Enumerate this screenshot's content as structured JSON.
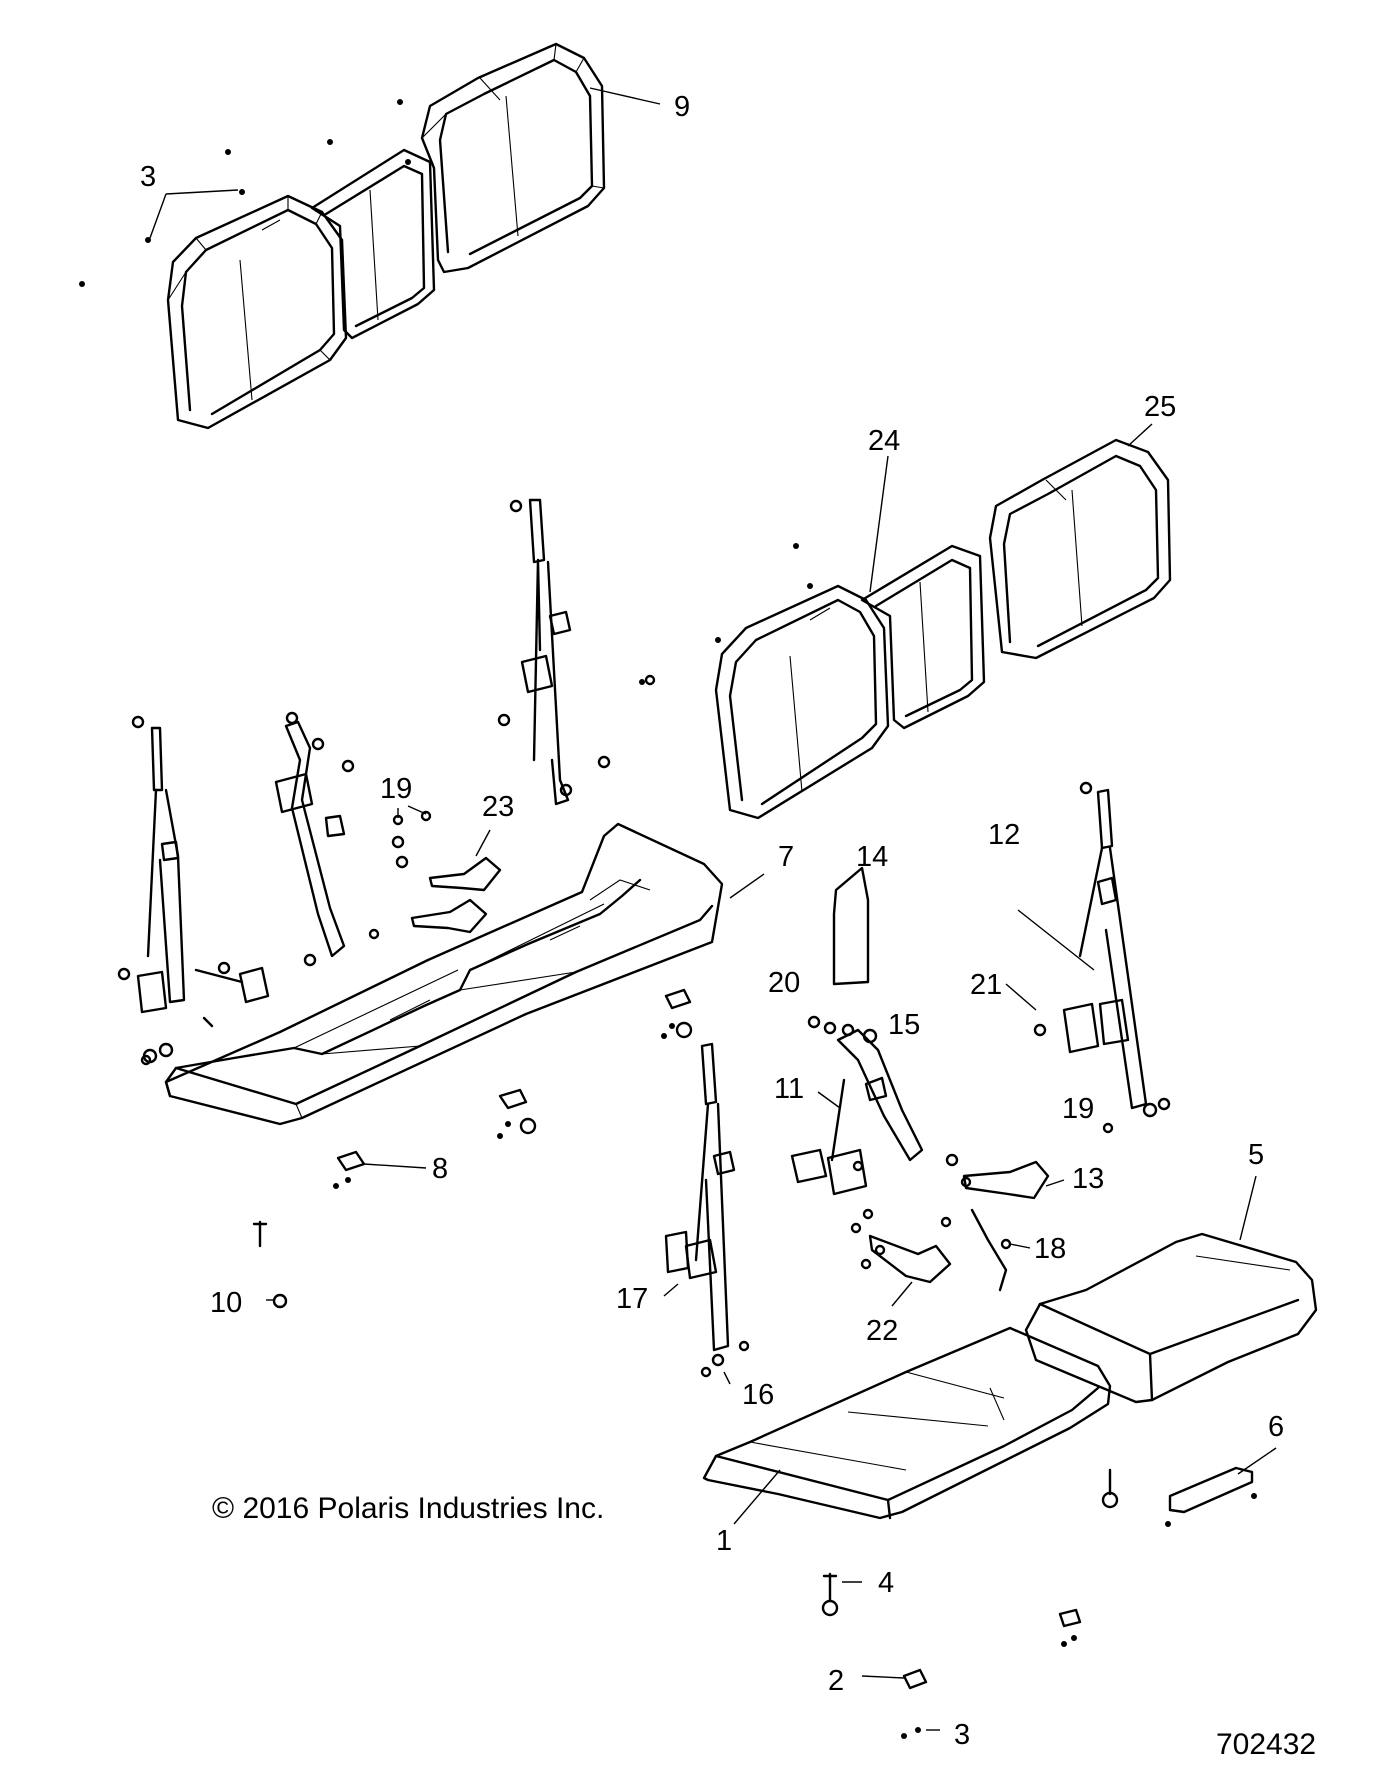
{
  "diagram": {
    "callouts": [
      {
        "id": "c1",
        "label": "1"
      },
      {
        "id": "c2",
        "label": "2"
      },
      {
        "id": "c3a",
        "label": "3"
      },
      {
        "id": "c3b",
        "label": "3"
      },
      {
        "id": "c4",
        "label": "4"
      },
      {
        "id": "c5",
        "label": "5"
      },
      {
        "id": "c6",
        "label": "6"
      },
      {
        "id": "c7",
        "label": "7"
      },
      {
        "id": "c8",
        "label": "8"
      },
      {
        "id": "c9",
        "label": "9"
      },
      {
        "id": "c10",
        "label": "10"
      },
      {
        "id": "c11",
        "label": "11"
      },
      {
        "id": "c12",
        "label": "12"
      },
      {
        "id": "c13",
        "label": "13"
      },
      {
        "id": "c14",
        "label": "14"
      },
      {
        "id": "c15",
        "label": "15"
      },
      {
        "id": "c16",
        "label": "16"
      },
      {
        "id": "c17",
        "label": "17"
      },
      {
        "id": "c18",
        "label": "18"
      },
      {
        "id": "c19a",
        "label": "19"
      },
      {
        "id": "c19b",
        "label": "19"
      },
      {
        "id": "c20",
        "label": "20"
      },
      {
        "id": "c21",
        "label": "21"
      },
      {
        "id": "c22",
        "label": "22"
      },
      {
        "id": "c23",
        "label": "23"
      },
      {
        "id": "c24",
        "label": "24"
      },
      {
        "id": "c25",
        "label": "25"
      }
    ],
    "copyright": "© 2016 Polaris Industries Inc.",
    "document_number": "702432"
  }
}
